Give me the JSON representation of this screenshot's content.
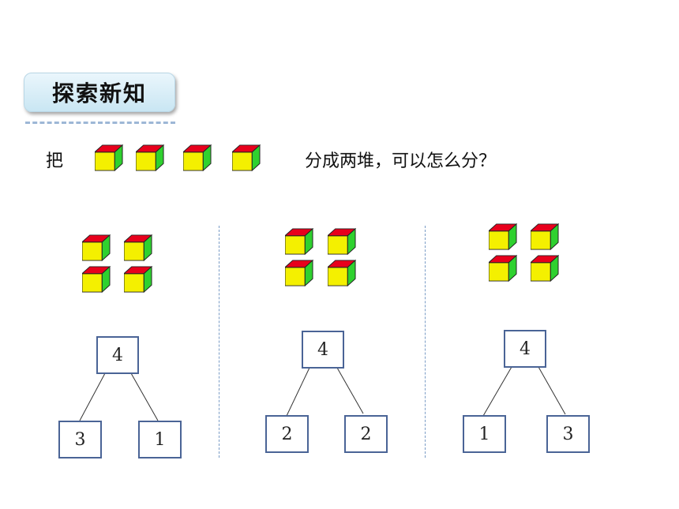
{
  "header": {
    "title": "探索新知"
  },
  "intro": {
    "prefix": "把",
    "suffix": "分成两堆，可以怎么分？"
  },
  "colors": {
    "cube_top": "#e8001c",
    "cube_front": "#f4f000",
    "cube_side": "#2fd12f",
    "box_border": "#4a6496"
  },
  "groups": [
    {
      "total": "4",
      "left": "3",
      "right": "1"
    },
    {
      "total": "4",
      "left": "2",
      "right": "2"
    },
    {
      "total": "4",
      "left": "1",
      "right": "3"
    }
  ]
}
